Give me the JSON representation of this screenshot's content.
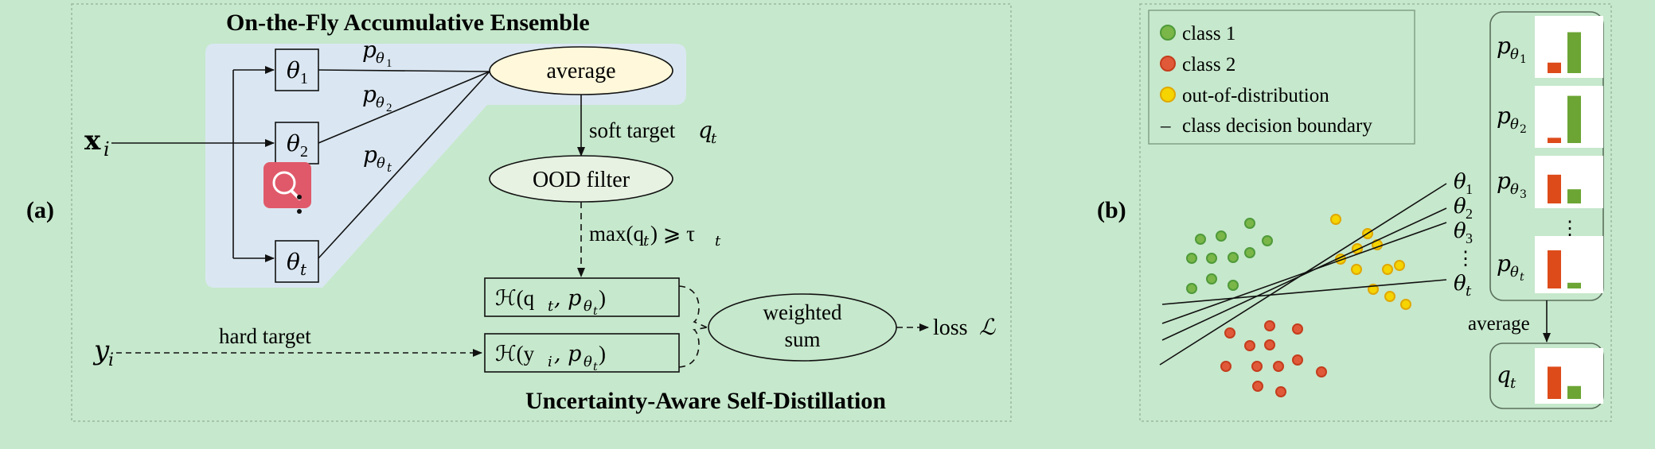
{
  "panel_a": {
    "label": "(a)",
    "title_top": "On-the-Fly Accumulative Ensemble",
    "title_bottom": "Uncertainty-Aware Self-Distillation",
    "input": "x",
    "input_sub": "i",
    "models": [
      {
        "sym": "θ",
        "sub": "1"
      },
      {
        "sym": "θ",
        "sub": "2"
      },
      {
        "sym": "θ",
        "sub": "t"
      }
    ],
    "prob_labels": [
      {
        "sym": "p",
        "sub": "θ",
        "subsub": "1"
      },
      {
        "sym": "p",
        "sub": "θ",
        "subsub": "2"
      },
      {
        "sym": "p",
        "sub": "θ",
        "subsub": "t"
      }
    ],
    "average": "average",
    "soft_target_text": "soft target",
    "soft_target_sym": "q",
    "soft_target_sub": "t",
    "ood_filter": "OOD filter",
    "condition": "max(q",
    "condition_sub": "t",
    "condition_rest": ") ⩾ τ",
    "condition_tau_sub": "t",
    "loss_soft": "ℋ(q",
    "loss_soft_sub": "t",
    "loss_soft_rest": ", p",
    "loss_hard": "ℋ(y",
    "loss_hard_sub": "i",
    "loss_p_sub": "θ",
    "loss_p_subsub": "t",
    "weighted_sum_line1": "weighted",
    "weighted_sum_line2": "sum",
    "loss_text": "loss",
    "loss_sym": "ℒ",
    "hard_target": "hard target",
    "label_sym": "y",
    "label_sub": "i"
  },
  "panel_b": {
    "label": "(b)",
    "legend": [
      {
        "text": "class 1",
        "color": "#7ab648",
        "edge": "#4f9a3a"
      },
      {
        "text": "class 2",
        "color": "#e05a3a",
        "edge": "#c43d1d"
      },
      {
        "text": "out-of-distribution",
        "color": "#f5d400",
        "edge": "#e0a800"
      },
      {
        "text": "class decision boundary",
        "marker": "–"
      }
    ],
    "boundaries": [
      {
        "sym": "θ",
        "sub": "1"
      },
      {
        "sym": "θ",
        "sub": "2"
      },
      {
        "sym": "θ",
        "sub": "3"
      },
      {
        "sym": "θ",
        "sub": "t"
      }
    ],
    "vdots": "⋮",
    "prob_panels": [
      {
        "sym": "p",
        "sub": "θ",
        "subsub": "1",
        "class2": 0.2,
        "class1": 0.78
      },
      {
        "sym": "p",
        "sub": "θ",
        "subsub": "2",
        "class2": 0.1,
        "class1": 0.9
      },
      {
        "sym": "p",
        "sub": "θ",
        "subsub": "3",
        "class2": 0.67,
        "class1": 0.33
      },
      {
        "sym": "p",
        "sub": "θ",
        "subsub": "t",
        "class2": 0.8,
        "class1": 0.12
      }
    ],
    "average": "average",
    "q_panel": {
      "sym": "q",
      "sub": "t",
      "class2": 0.7,
      "class1": 0.28
    },
    "bar_colors": {
      "class2": "#dd4b1a",
      "class1": "#6ca534"
    }
  }
}
